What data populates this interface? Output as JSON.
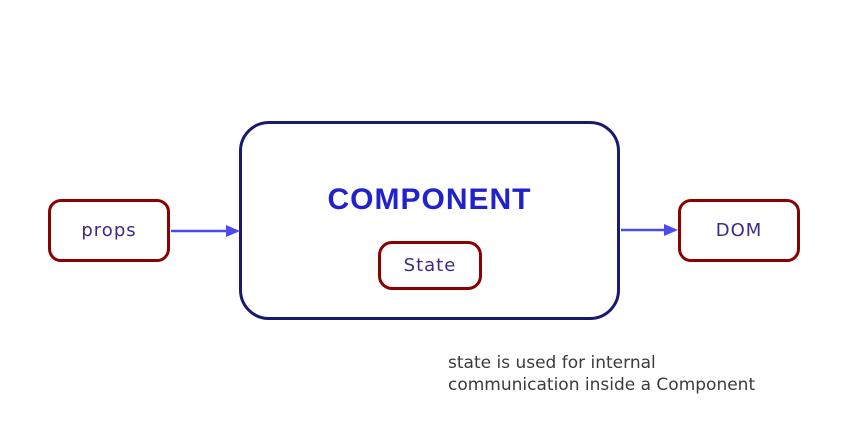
{
  "diagram": {
    "component": {
      "label": "COMPONENT"
    },
    "state_node": {
      "label": "State"
    },
    "props_node": {
      "label": "props"
    },
    "dom_node": {
      "label": "DOM"
    },
    "caption": {
      "line1": "state is used for internal",
      "line2": "communication inside a Component"
    }
  },
  "colors": {
    "background": "#ffffff",
    "component_border": "#191970",
    "component_label": "#2222cc",
    "node_border": "#8b0000",
    "node_label": "#3e2a84",
    "arrow": "#4b4bf0",
    "caption_text": "#3b3b3b"
  }
}
